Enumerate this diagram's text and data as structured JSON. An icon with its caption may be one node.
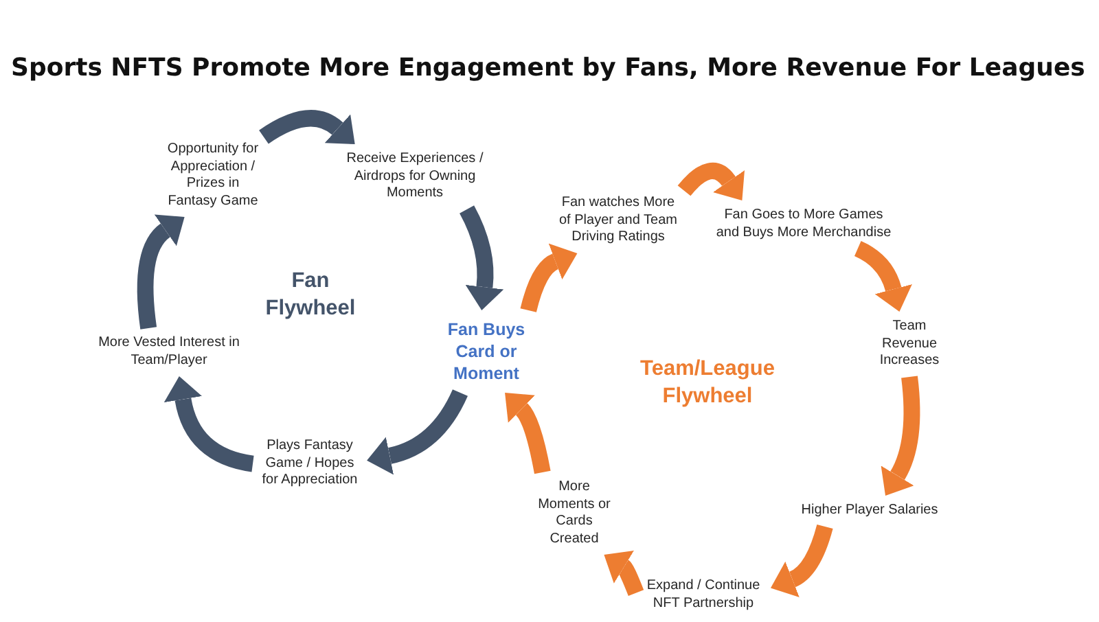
{
  "diagram": {
    "title": "Sports NFTS Promote More Engagement by Fans, More Revenue For Leagues",
    "nodes": [
      {
        "text": [
          "Opportunity for Appreciation / Prizes in Fantasy Game"
        ]
      },
      {
        "text": [
          "Receive Experiences / Airdrops for Owning Moments"
        ]
      },
      {
        "text": [
          "Fan watches More of Player and Team Driving Ratings"
        ]
      },
      {
        "text": [
          "Fan Goes to More Games and Buys More Merchandise"
        ]
      },
      {
        "text": [
          "More Vested Interest in Team/Player"
        ]
      },
      {
        "text": [
          "Fan Buys Card or Moment"
        ]
      },
      {
        "text": [
          "Team Revenue Increases"
        ]
      },
      {
        "text": [
          "Plays Fantasy Game / Hopes for Appreciation"
        ]
      },
      {
        "text": [
          "More Moments or Cards Created"
        ]
      },
      {
        "text": [
          "Higher Player Salaries"
        ]
      },
      {
        "text": [
          "Expand / Continue NFT Partnership"
        ]
      }
    ],
    "edges": [
      {
        "from": 0,
        "to": 1,
        "arrow": "to",
        "color": "#44546a"
      },
      {
        "from": 1,
        "to": 5,
        "arrow": "to",
        "color": "#44546a"
      },
      {
        "from": 5,
        "to": 7,
        "arrow": "to",
        "color": "#44546a"
      },
      {
        "from": 7,
        "to": 4,
        "arrow": "to",
        "color": "#44546a"
      },
      {
        "from": 4,
        "to": 0,
        "arrow": "to",
        "color": "#44546a"
      },
      {
        "from": 5,
        "to": 2,
        "arrow": "to"
      },
      {
        "from": 2,
        "to": 3,
        "arrow": "to"
      },
      {
        "from": 3,
        "to": 6,
        "arrow": "to"
      },
      {
        "from": 6,
        "to": 9,
        "arrow": "to"
      },
      {
        "from": 9,
        "to": 10,
        "arrow": "to"
      },
      {
        "from": 10,
        "to": 8,
        "arrow": "to"
      },
      {
        "from": 8,
        "to": 5,
        "arrow": "to"
      }
    ],
    "labels": [
      "Fan Flywheel",
      "Team/League Flywheel"
    ]
  }
}
